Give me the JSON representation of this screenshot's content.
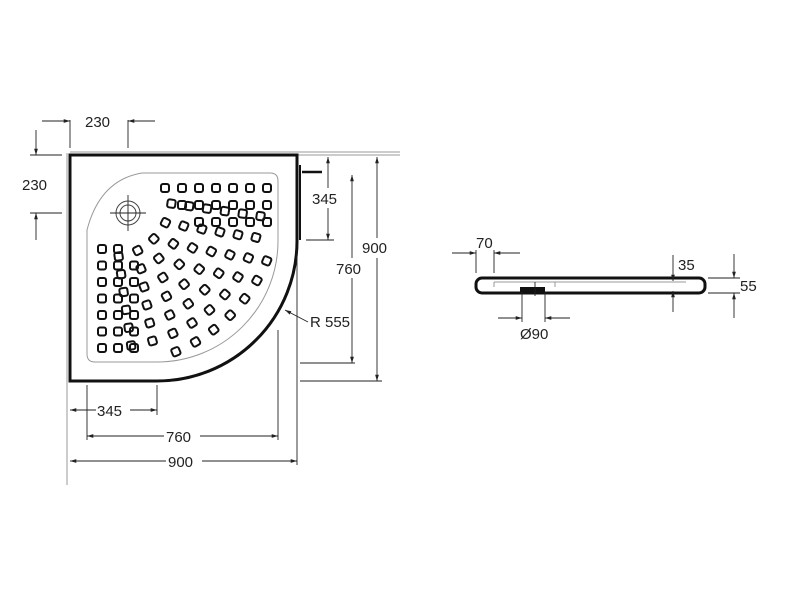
{
  "plan_view": {
    "top_offset_x": "230",
    "top_offset_y": "230",
    "right_345": "345",
    "right_760": "760",
    "right_900": "900",
    "radius": "R 555",
    "bottom_345": "345",
    "bottom_760": "760",
    "bottom_900": "900"
  },
  "side_view": {
    "drain_offset": "70",
    "inner_depth": "35",
    "total_height": "55",
    "drain_diameter": "Ø90"
  }
}
